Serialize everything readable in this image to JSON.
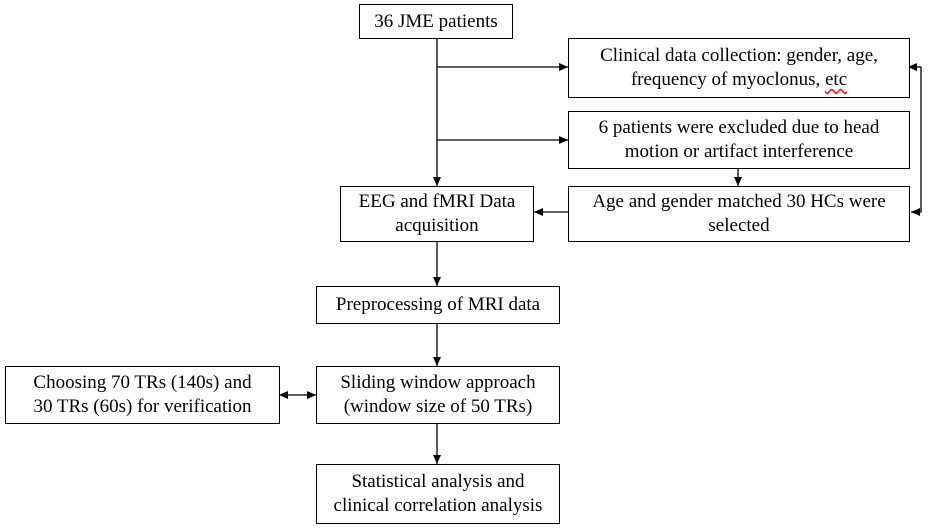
{
  "nodes": {
    "patients": {
      "lines": [
        "36 JME patients"
      ]
    },
    "clinical": {
      "lines": [
        "Clinical data collection: gender, age,"
      ],
      "line2_before": "frequency of myoclonus, ",
      "line2_etc": "etc"
    },
    "excluded": {
      "lines": [
        "6 patients were excluded due to head",
        "motion or artifact interference"
      ]
    },
    "hcs": {
      "lines": [
        "Age and gender matched 30 HCs were",
        "selected"
      ]
    },
    "acquisition": {
      "lines": [
        "EEG and fMRI Data",
        "acquisition"
      ]
    },
    "preprocessing": {
      "lines": [
        "Preprocessing of MRI data"
      ]
    },
    "sliding": {
      "lines": [
        "Sliding window approach",
        "(window size of 50 TRs)"
      ]
    },
    "choosing": {
      "lines": [
        "Choosing 70 TRs (140s) and",
        "30 TRs (60s) for verification"
      ]
    },
    "statistical": {
      "lines": [
        "Statistical analysis and",
        "clinical correlation analysis"
      ]
    }
  },
  "colors": {
    "stroke": "#000000",
    "annotation_underline": "#dd3333"
  }
}
